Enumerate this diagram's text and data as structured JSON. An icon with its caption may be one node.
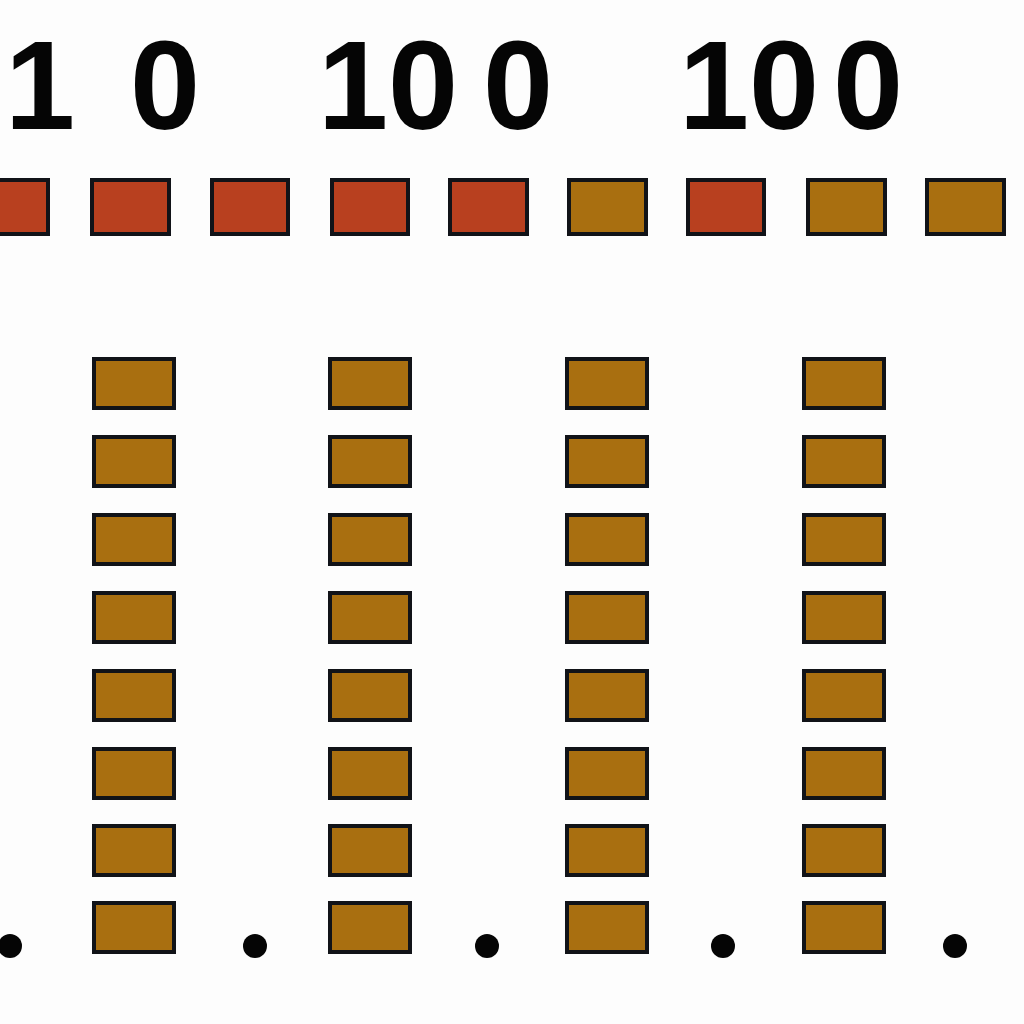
{
  "diagram": {
    "nodes": [
      {
        "text": [],
        "shape": "box"
      },
      {
        "text": [],
        "shape": "box"
      },
      {
        "text": [],
        "shape": "box"
      },
      {
        "text": [],
        "shape": "box"
      },
      {
        "text": [],
        "shape": "box"
      },
      {
        "text": [],
        "shape": "box"
      },
      {
        "text": [],
        "shape": "box"
      },
      {
        "text": [],
        "shape": "box"
      },
      {
        "text": [],
        "shape": "box"
      },
      {
        "text": [],
        "shape": "box"
      },
      {
        "text": [],
        "shape": "box"
      },
      {
        "text": [],
        "shape": "box"
      },
      {
        "text": [],
        "shape": "box"
      },
      {
        "text": [],
        "shape": "box"
      },
      {
        "text": [],
        "shape": "box"
      },
      {
        "text": [],
        "shape": "box"
      },
      {
        "text": [],
        "shape": "box"
      },
      {
        "text": [],
        "shape": "box"
      },
      {
        "text": [],
        "shape": "box"
      },
      {
        "text": [],
        "shape": "box"
      },
      {
        "text": [],
        "shape": "box"
      },
      {
        "text": [],
        "shape": "box"
      },
      {
        "text": [],
        "shape": "box"
      },
      {
        "text": [],
        "shape": "box"
      },
      {
        "text": [],
        "shape": "box"
      },
      {
        "text": [],
        "shape": "box"
      },
      {
        "text": [],
        "shape": "box"
      },
      {
        "text": [],
        "shape": "box"
      },
      {
        "text": [],
        "shape": "box"
      },
      {
        "text": [],
        "shape": "box"
      },
      {
        "text": [],
        "shape": "box"
      },
      {
        "text": [],
        "shape": "box"
      },
      {
        "text": [],
        "shape": "box"
      },
      {
        "text": [],
        "shape": "box"
      },
      {
        "text": [],
        "shape": "box"
      },
      {
        "text": [],
        "shape": "box"
      },
      {
        "text": [],
        "shape": "box"
      },
      {
        "text": [],
        "shape": "box"
      },
      {
        "text": [],
        "shape": "box"
      },
      {
        "text": [],
        "shape": "box"
      },
      {
        "text": [],
        "shape": "box"
      }
    ],
    "labels": [
      "1",
      "0",
      "10",
      "0",
      "10",
      "0"
    ]
  }
}
